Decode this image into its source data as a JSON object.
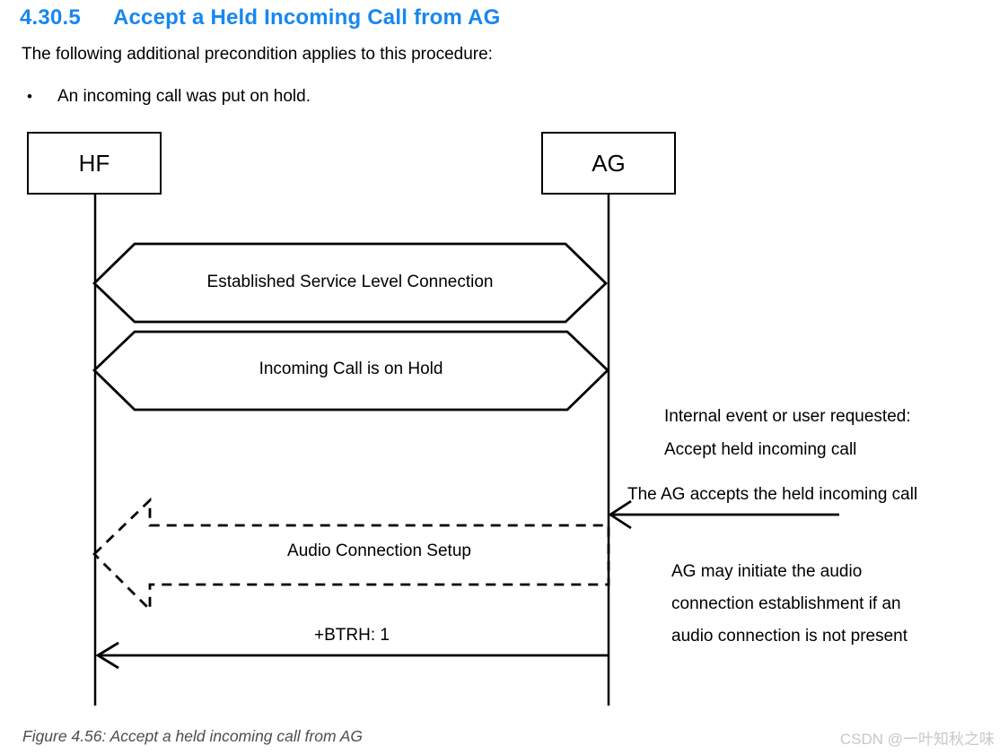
{
  "page": {
    "heading_number": "4.30.5",
    "heading_title": "Accept a Held Incoming Call from AG",
    "intro": "The following additional precondition applies to this procedure:",
    "bullet_marker": "•",
    "bullet_text": "An incoming call was put on hold.",
    "caption": "Figure 4.56: Accept a held incoming call from AG",
    "watermark": "CSDN @一叶知秋之味"
  },
  "colors": {
    "heading_blue": "#1787f0",
    "diagram_line": "#000000",
    "caption_gray": "#4d4d4d",
    "watermark_gray": "#c8c8c8"
  },
  "diagram": {
    "actors": [
      {
        "label": "HF"
      },
      {
        "label": "AG"
      }
    ],
    "states": [
      {
        "label": "Established Service Level Connection"
      },
      {
        "label": "Incoming Call is on Hold"
      }
    ],
    "messages": [
      {
        "label": "The AG accepts the held incoming call",
        "style": "solid",
        "direction": "into-AG-from-right"
      },
      {
        "label": "Audio Connection Setup",
        "style": "dashed-block-arrow",
        "direction": "AG-to-HF"
      },
      {
        "label": "+BTRH: 1",
        "style": "solid",
        "direction": "AG-to-HF"
      }
    ],
    "notes": [
      {
        "text": "Internal event or user requested:\nAccept held incoming call"
      },
      {
        "text": "AG may initiate the audio\nconnection establishment if an\naudio connection is not present"
      }
    ]
  }
}
